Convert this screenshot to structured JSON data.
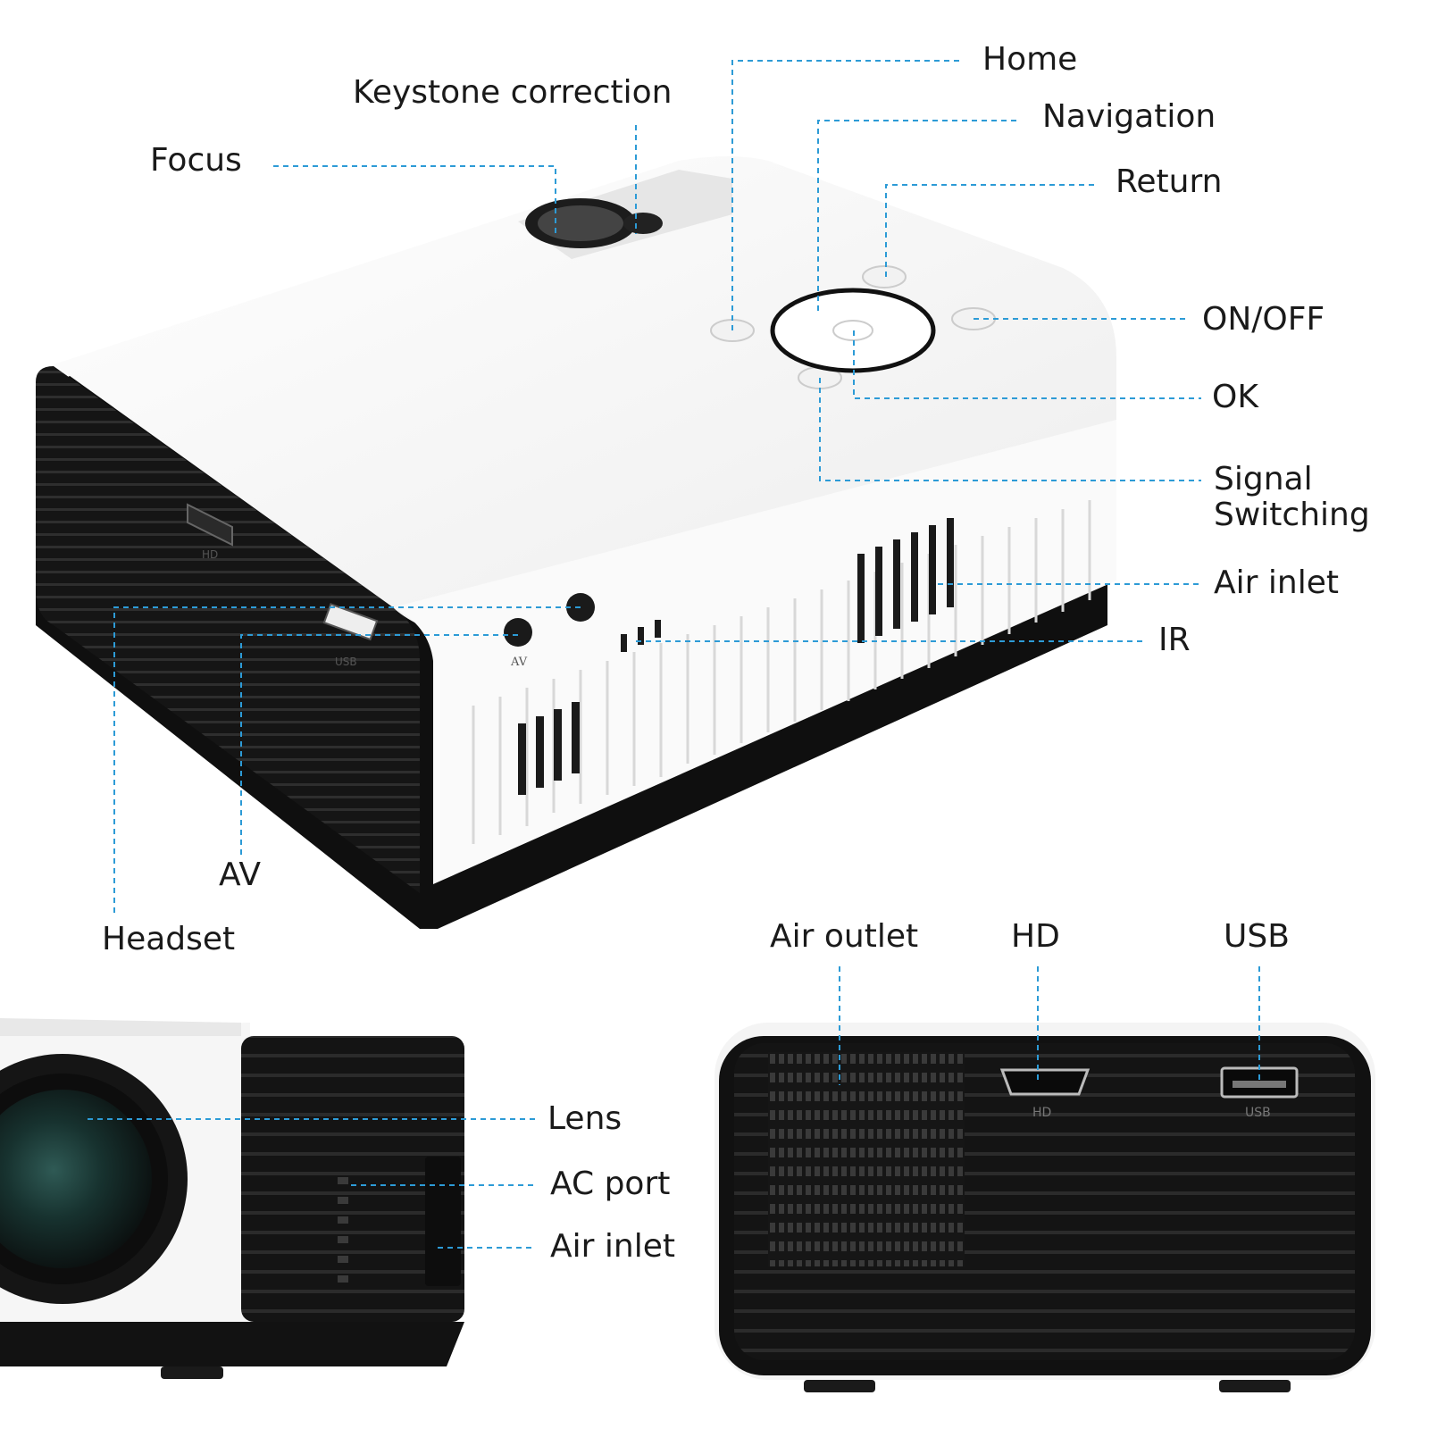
{
  "colors": {
    "leader": "#2d9bd6",
    "body_white": "#f7f7f7",
    "body_black": "#111111",
    "text": "#1a1a1a"
  },
  "top_view": {
    "labels": {
      "home": "Home",
      "keystone": "Keystone correction",
      "navigation": "Navigation",
      "focus": "Focus",
      "return": "Return",
      "onoff": "ON/OFF",
      "ok": "OK",
      "signal_line1": "Signal",
      "signal_line2": "Switching",
      "air_inlet": "Air inlet",
      "ir": "IR",
      "av": "AV",
      "headset": "Headset"
    },
    "port_marks": {
      "hd": "HD",
      "usb": "USB",
      "av": "AV"
    }
  },
  "front_view": {
    "labels": {
      "lens": "Lens",
      "ac_port": "AC port",
      "air_inlet": "Air inlet"
    }
  },
  "back_view": {
    "labels": {
      "air_outlet": "Air outlet",
      "hd": "HD",
      "usb": "USB"
    },
    "port_marks": {
      "hd": "HD",
      "usb": "USB"
    }
  }
}
